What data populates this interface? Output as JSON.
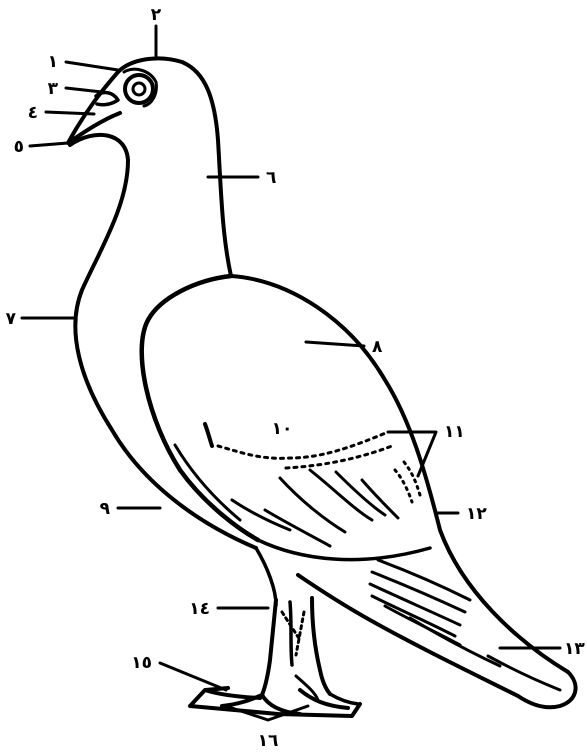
{
  "diagram": {
    "subject": "pigeon anatomy",
    "ink_color": "#000000",
    "background": "#ffffff",
    "labels": [
      {
        "id": "1",
        "text": "١"
      },
      {
        "id": "2",
        "text": "٢"
      },
      {
        "id": "3",
        "text": "٣"
      },
      {
        "id": "4",
        "text": "٤"
      },
      {
        "id": "5",
        "text": "٥"
      },
      {
        "id": "6",
        "text": "٦"
      },
      {
        "id": "7",
        "text": "٧"
      },
      {
        "id": "8",
        "text": "٨"
      },
      {
        "id": "9",
        "text": "٩"
      },
      {
        "id": "10",
        "text": "١٠"
      },
      {
        "id": "11",
        "text": "١١"
      },
      {
        "id": "12",
        "text": "١٢"
      },
      {
        "id": "13",
        "text": "١٣"
      },
      {
        "id": "14",
        "text": "١٤"
      },
      {
        "id": "15",
        "text": "١٥"
      },
      {
        "id": "16",
        "text": "١٦"
      }
    ]
  }
}
